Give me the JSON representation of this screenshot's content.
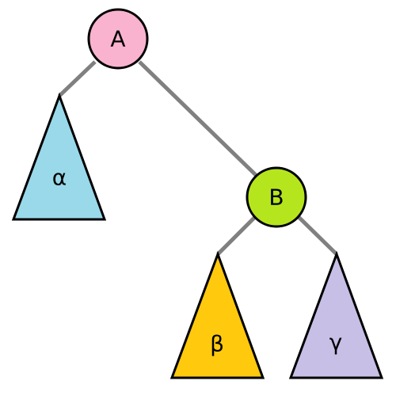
{
  "nodes": {
    "a": {
      "label": "A",
      "color": "#F9B3CF"
    },
    "b": {
      "label": "B",
      "color": "#B5E61D"
    }
  },
  "subtrees": {
    "alpha": {
      "label": "α",
      "color": "#99D9EA"
    },
    "beta": {
      "label": "β",
      "color": "#FFC90E"
    },
    "gamma": {
      "label": "γ",
      "color": "#C8BFE7"
    }
  },
  "edge_color": "#808080"
}
